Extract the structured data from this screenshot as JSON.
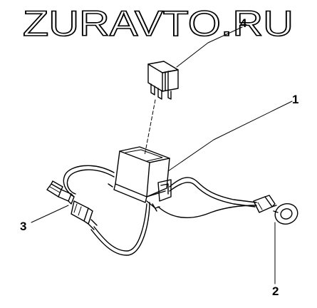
{
  "watermark": {
    "text": "ZURAVTO.RU",
    "color": "#000000"
  },
  "callouts": [
    {
      "number": "1",
      "part": "fuse holder housing"
    },
    {
      "number": "2",
      "part": "ring terminal"
    },
    {
      "number": "3",
      "part": "connector"
    },
    {
      "number": "4",
      "part": "fuse"
    }
  ],
  "colors": {
    "line": "#000000",
    "background": "#ffffff"
  }
}
